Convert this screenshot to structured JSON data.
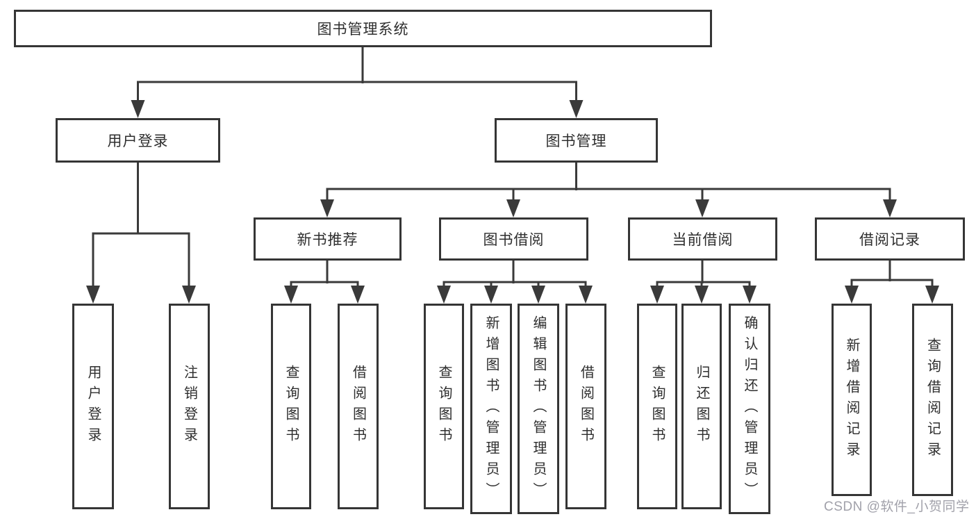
{
  "diagram": {
    "root": {
      "label": "图书管理系统"
    },
    "branches": [
      {
        "label": "用户登录",
        "children": [
          {
            "label": "用户登录"
          },
          {
            "label": "注销登录"
          }
        ]
      },
      {
        "label": "图书管理",
        "children": [
          {
            "label": "新书推荐",
            "children": [
              {
                "label": "查询图书"
              },
              {
                "label": "借阅图书"
              }
            ]
          },
          {
            "label": "图书借阅",
            "children": [
              {
                "label": "查询图书"
              },
              {
                "label": "新增图书（管理员）"
              },
              {
                "label": "编辑图书（管理员）"
              },
              {
                "label": "借阅图书"
              }
            ]
          },
          {
            "label": "当前借阅",
            "children": [
              {
                "label": "查询图书"
              },
              {
                "label": "归还图书"
              },
              {
                "label": "确认归还（管理员）"
              }
            ]
          },
          {
            "label": "借阅记录",
            "children": [
              {
                "label": "新增借阅记录"
              },
              {
                "label": "查询借阅记录"
              }
            ]
          }
        ]
      }
    ]
  },
  "watermark": {
    "text": "CSDN @软件_小贺同学"
  },
  "colors": {
    "line": "#3a3a3a",
    "box_border": "#353535",
    "text": "#2e2e2e",
    "watermark": "#a1a1aa",
    "background": "#ffffff"
  }
}
